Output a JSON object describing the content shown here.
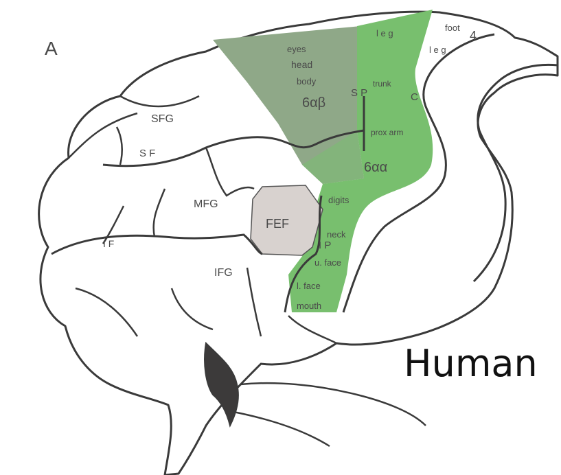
{
  "figure": {
    "panel_label": "A",
    "caption": "Human",
    "colors": {
      "premotor_dorsal": "#8fa888",
      "premotor_ventral": "#7fbf77",
      "motor_strip": "#78bf6e",
      "fef": "#d8d2cf",
      "outline": "#3a3a3a",
      "fill": "#ffffff"
    }
  },
  "labels": {
    "sfg": "SFG",
    "sf": "S F",
    "mfg": "MFG",
    "if": "I F",
    "ifg": "IFG",
    "fef": "FEF",
    "eyes": "eyes",
    "head": "head",
    "body": "body",
    "area_6ab": "6αβ",
    "area_6aa": "6αα",
    "sp": "S P",
    "trunk": "trunk",
    "prox_arm": "prox arm",
    "leg_top": "l e g",
    "leg_right": "l e g",
    "foot": "foot",
    "area_4": "4",
    "c": "C",
    "digits": "digits",
    "neck": "neck",
    "ip": "I P",
    "u_face": "u. face",
    "l_face": "l. face",
    "mouth": "mouth"
  }
}
